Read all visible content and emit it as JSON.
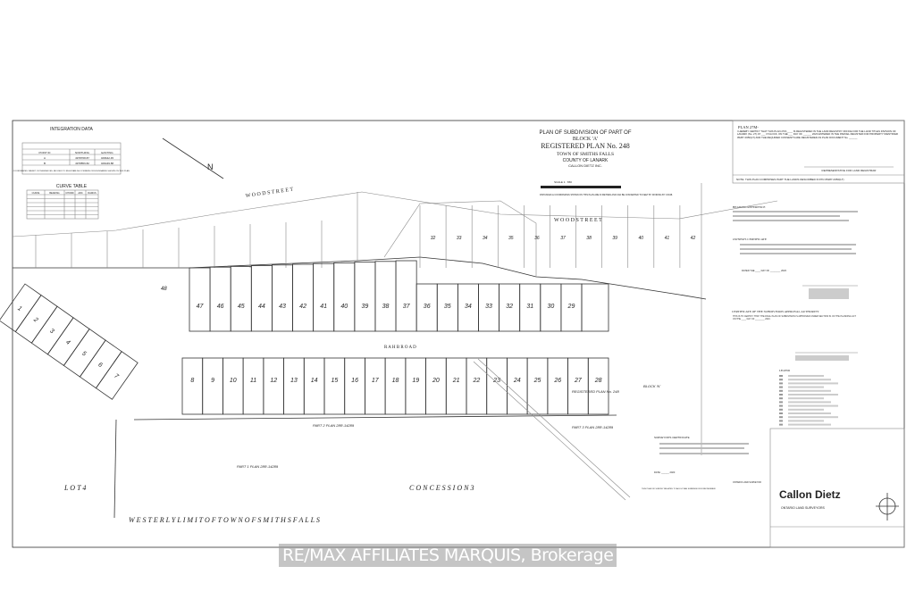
{
  "title_block": {
    "line1": "PLAN OF SUBDIVISION OF PART OF",
    "line2": "BLOCK 'A'",
    "line3": "REGISTERED PLAN No. 248",
    "line4": "TOWN OF SMITHS FALLS",
    "line5": "COUNTY OF LANARK",
    "line6": "CALLON DIETZ INC.",
    "scale": "SCALE 1 : 650",
    "metric_note": "DISTANCES & COORDINATES SHOWN ON THIS PLAN ARE IN METRES AND CAN BE CONVERTED TO FEET BY DIVIDING BY 0.3048."
  },
  "registry": {
    "heading": "PLAN 27M-",
    "text": "I HEREBY CERTIFY THAT THIS PLAN 27M-____ IS REGISTERED IN THE LAND REGISTRY OFFICE FOR THE LAND TITLES DIVISION OF LANARK (No. 27) AT ___ O'CLOCK, ON THE ___ DAY OF ______ 2023 ENTERED IN THE PARCEL REGISTER FOR PROPERTY IDENTIFIER 05287-0350(LT) AND THE REQUIRED CONSENTS ARE REGISTERED AS PLAN DOCUMENT No. ______",
    "signature": "REPRESENTATIVE FOR LAND REGISTRAR",
    "note": "NOTE: THIS PLAN COMPRISES PART THE LANDS DESCRIBED IN PIN 05287-0350(LT)"
  },
  "integration": {
    "heading": "INTEGRATION DATA",
    "columns": [
      "POINT ID",
      "NORTHING",
      "EASTING"
    ],
    "rows": [
      [
        "A",
        "4978768.87",
        "409642.45"
      ],
      [
        "B",
        "4978859.82",
        "409449.88"
      ]
    ],
    "footer": "COORDINATES CANNOT, IN THEMSELVES, BE USED TO RE-ESTABLISH CORNERS OR BOUNDARIES SHOWN ON THIS PLAN."
  },
  "curve_table": {
    "heading": "CURVE TABLE",
    "columns": [
      "CURVE",
      "BEARING",
      "CHORD",
      "ARC",
      "RADIUS"
    ]
  },
  "streets": {
    "wood_street_west": "W O O D   S T R E E T",
    "wood_street_east": "W O O D   S T R E E T",
    "rahb_road": "R A H B   R O A D"
  },
  "lots": {
    "north": [
      "47",
      "46",
      "45",
      "44",
      "43",
      "42",
      "41",
      "40",
      "39",
      "38",
      "37",
      "36",
      "35",
      "34",
      "33",
      "32",
      "31",
      "30",
      "29"
    ],
    "south": [
      "8",
      "9",
      "10",
      "11",
      "12",
      "13",
      "14",
      "15",
      "16",
      "17",
      "18",
      "19",
      "20",
      "21",
      "22",
      "23",
      "24",
      "25",
      "26",
      "27",
      "28"
    ],
    "west": [
      "1",
      "2",
      "3",
      "4",
      "5",
      "6",
      "7"
    ],
    "block_48": "48",
    "upper_lots": [
      "32",
      "33",
      "34",
      "35",
      "36",
      "37",
      "38",
      "39",
      "40",
      "41",
      "42"
    ]
  },
  "labels": {
    "registered_plan_248": "REGISTERED PLAN No. 248",
    "block_n": "BLOCK 'N'",
    "part1": "PART 1   PLAN 28R-14289",
    "part2": "PART 2   PLAN 28R-14289",
    "part3": "PART 3   PLAN 28R-14289",
    "lot4": "L O T     4",
    "concession": "C O N C E S S I O N     3",
    "westerly_limit": "W E S T E R L Y    L I M I T    O F    T O W N    O F    S M I T H S    F A L L S",
    "north_arrow": "N"
  },
  "certificates": {
    "bearing_heading": "BEARING REFERENCE",
    "owners_heading": "OWNER'S CERTIFICATE",
    "owners_dated": "DATED THE ____ DAY OF ________ 2023",
    "approval_heading": "CERTIFICATE OF THE SUBDIVISION APPROVAL AUTHORITY",
    "approval_text": "THIS IS TO CERTIFY THAT: THE FINAL PLAN OF SUBDIVISION IS APPROVED UNDER SECTION 51 OF THE PLANNING ACT ON THE ____ DAY OF ________ 2023.",
    "legend_heading": "LEGEND",
    "surveyor_heading": "SURVEYOR'S CERTIFICATE",
    "surveyor_date": "DATE: ______ 2023",
    "surveyor_name": "ONTARIO LAND SURVEYOR",
    "survey_note": "THIS PLAN OF SURVEY RELATES TO AOLS PLAN SUBMISSION FORM NUMBER"
  },
  "firm": {
    "name": "Callon Dietz",
    "sub": "ONTARIO LAND SURVEYORS"
  },
  "watermark": "RE/MAX AFFILIATES MARQUIS, Brokerage"
}
